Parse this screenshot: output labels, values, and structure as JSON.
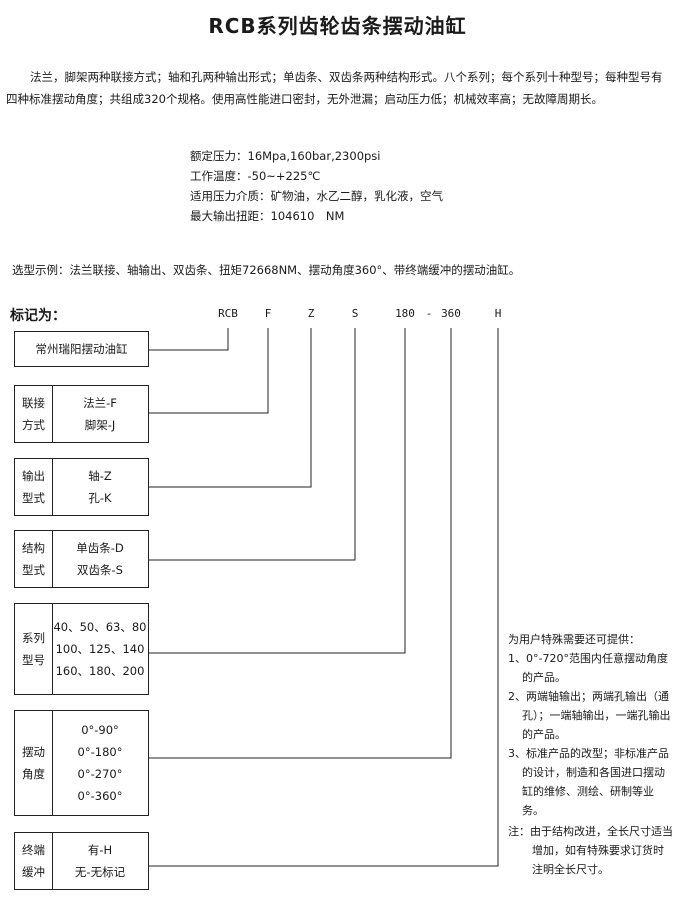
{
  "title": "RCB系列齿轮齿条摆动油缸",
  "intro": "法兰，脚架两种联接方式；轴和孔两种输出形式；单齿条、双齿条两种结构形式。八个系列；每个系列十种型号；每种型号有四种标准摆动角度；共组成320个规格。使用高性能进口密封，无外泄漏；启动压力低；机械效率高；无故障周期长。",
  "specs": [
    "额定压力：16Mpa,160bar,2300psi",
    "工作温度：-50~+225℃",
    "适用压力介质：矿物油，水乙二醇，乳化液，空气",
    "最大输出扭距：104610　NM"
  ],
  "example": "选型示例：法兰联接、轴输出、双齿条、扭矩72668NM、摆动角度360°、带终端缓冲的摆动油缸。",
  "mark_label": "标记为：",
  "code": [
    "RCB",
    "F",
    "Z",
    "S",
    "180",
    "-",
    "360",
    "H"
  ],
  "company": "常州瑞阳摆动油缸",
  "boxes": [
    {
      "cat": [
        "联接",
        "方式"
      ],
      "opts": [
        "法兰-F",
        "脚架-J"
      ]
    },
    {
      "cat": [
        "输出",
        "型式"
      ],
      "opts": [
        "轴-Z",
        "孔-K"
      ]
    },
    {
      "cat": [
        "结构",
        "型式"
      ],
      "opts": [
        "单齿条-D",
        "双齿条-S"
      ]
    },
    {
      "cat": [
        "系列",
        "型号"
      ],
      "opts": [
        "40、50、63、80",
        "100、125、140",
        "160、180、200"
      ]
    },
    {
      "cat": [
        "摆动",
        "角度"
      ],
      "opts": [
        "0°-90°",
        "0°-180°",
        "0°-270°",
        "0°-360°"
      ]
    },
    {
      "cat": [
        "终端",
        "缓冲"
      ],
      "opts": [
        "有-H",
        "无-无标记"
      ]
    }
  ],
  "note": {
    "heading": "为用户特殊需要还可提供：",
    "items": [
      "1、0°-720°范围内任意摆动角度的产品。",
      "2、两端轴输出；两端孔输出（通孔）；一端轴输出，一端孔输出的产品。",
      "3、标准产品的改型；非标准产品的设计，制造和各国进口摆动缸的维修、测绘、研制等业务。"
    ],
    "footnote": "注：由于结构改进，全长尺寸适当增加，如有特殊要求订货时注明全长尺寸。"
  }
}
